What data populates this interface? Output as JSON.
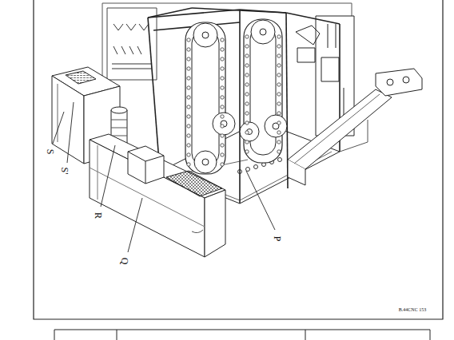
{
  "diagram": {
    "labels": [
      "S",
      "S'",
      "R",
      "Q",
      "P",
      "B.44CNC 153"
    ]
  }
}
